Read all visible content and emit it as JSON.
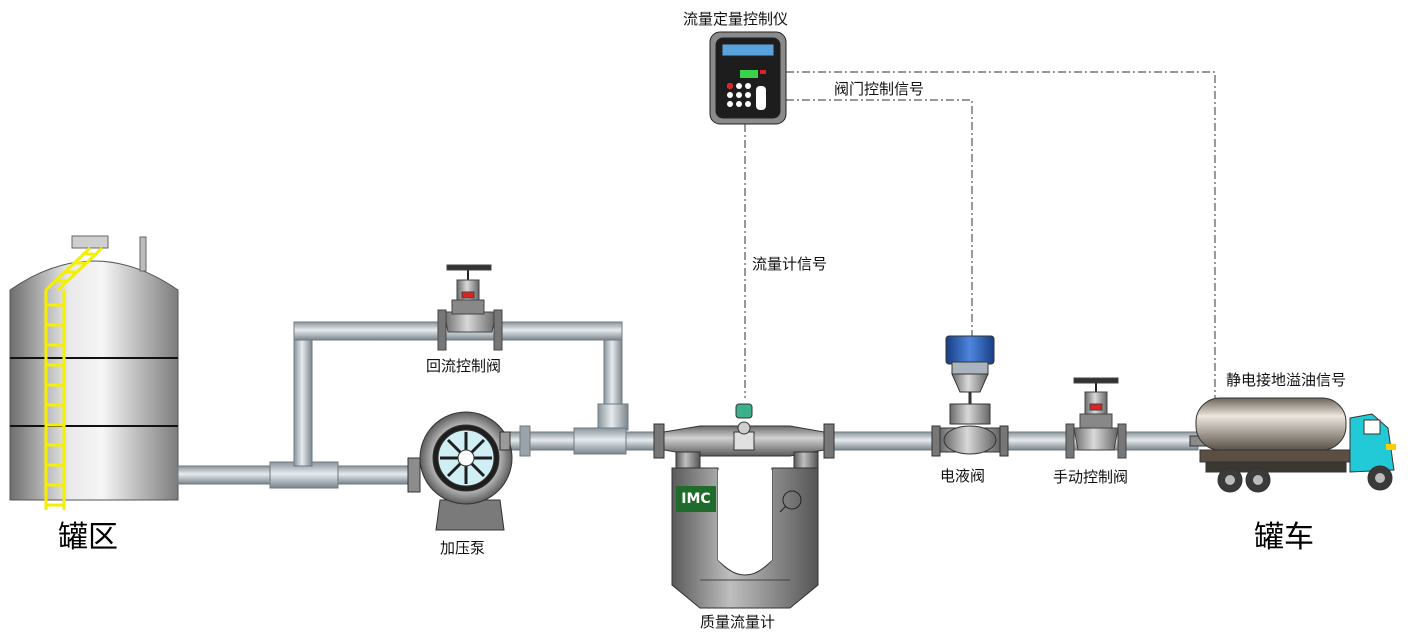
{
  "labels": {
    "controller": "流量定量控制仪",
    "valve_control_signal": "阀门控制信号",
    "flowmeter_signal": "流量计信号",
    "return_valve": "回流控制阀",
    "booster_pump": "加压泵",
    "mass_flowmeter": "质量流量计",
    "electro_hydraulic_valve": "电液阀",
    "manual_valve": "手动控制阀",
    "overfill_signal": "静电接地溢油信号",
    "tank_area": "罐区",
    "tanker_truck": "罐车"
  },
  "logo_text": "IMC",
  "colors": {
    "pipe": "#b9c2c8",
    "pipe_edge": "#6f7a82",
    "ladder": "#f5f000",
    "truck_cab": "#22c9d6",
    "actuator": "#2e63b6",
    "logo": "#1e6b2b"
  }
}
